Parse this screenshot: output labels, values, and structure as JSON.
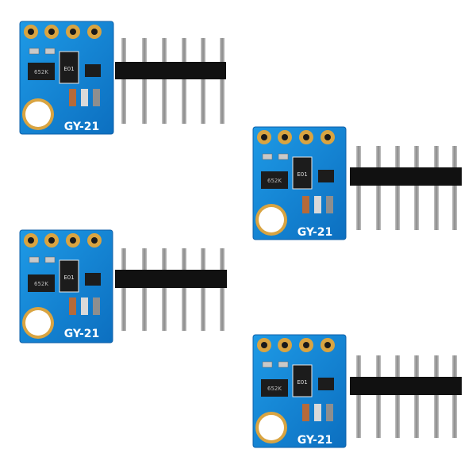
{
  "scene": {
    "modules": [
      {
        "label": "GY-21",
        "resistor_code": "652K",
        "chip_code": "E01"
      },
      {
        "label": "GY-21",
        "resistor_code": "652K",
        "chip_code": "E01"
      },
      {
        "label": "GY-21",
        "resistor_code": "652K",
        "chip_code": "E01"
      },
      {
        "label": "GY-21",
        "resistor_code": "652K",
        "chip_code": "E01"
      }
    ],
    "header_pin_count": 6,
    "colors": {
      "pcb": "#1487d6",
      "pcb_edge": "#0d5fa8",
      "pad_gold": "#d9a441",
      "header_plastic": "#111111",
      "pin_metal": "#a7a7a7",
      "background": "#ffffff"
    }
  }
}
